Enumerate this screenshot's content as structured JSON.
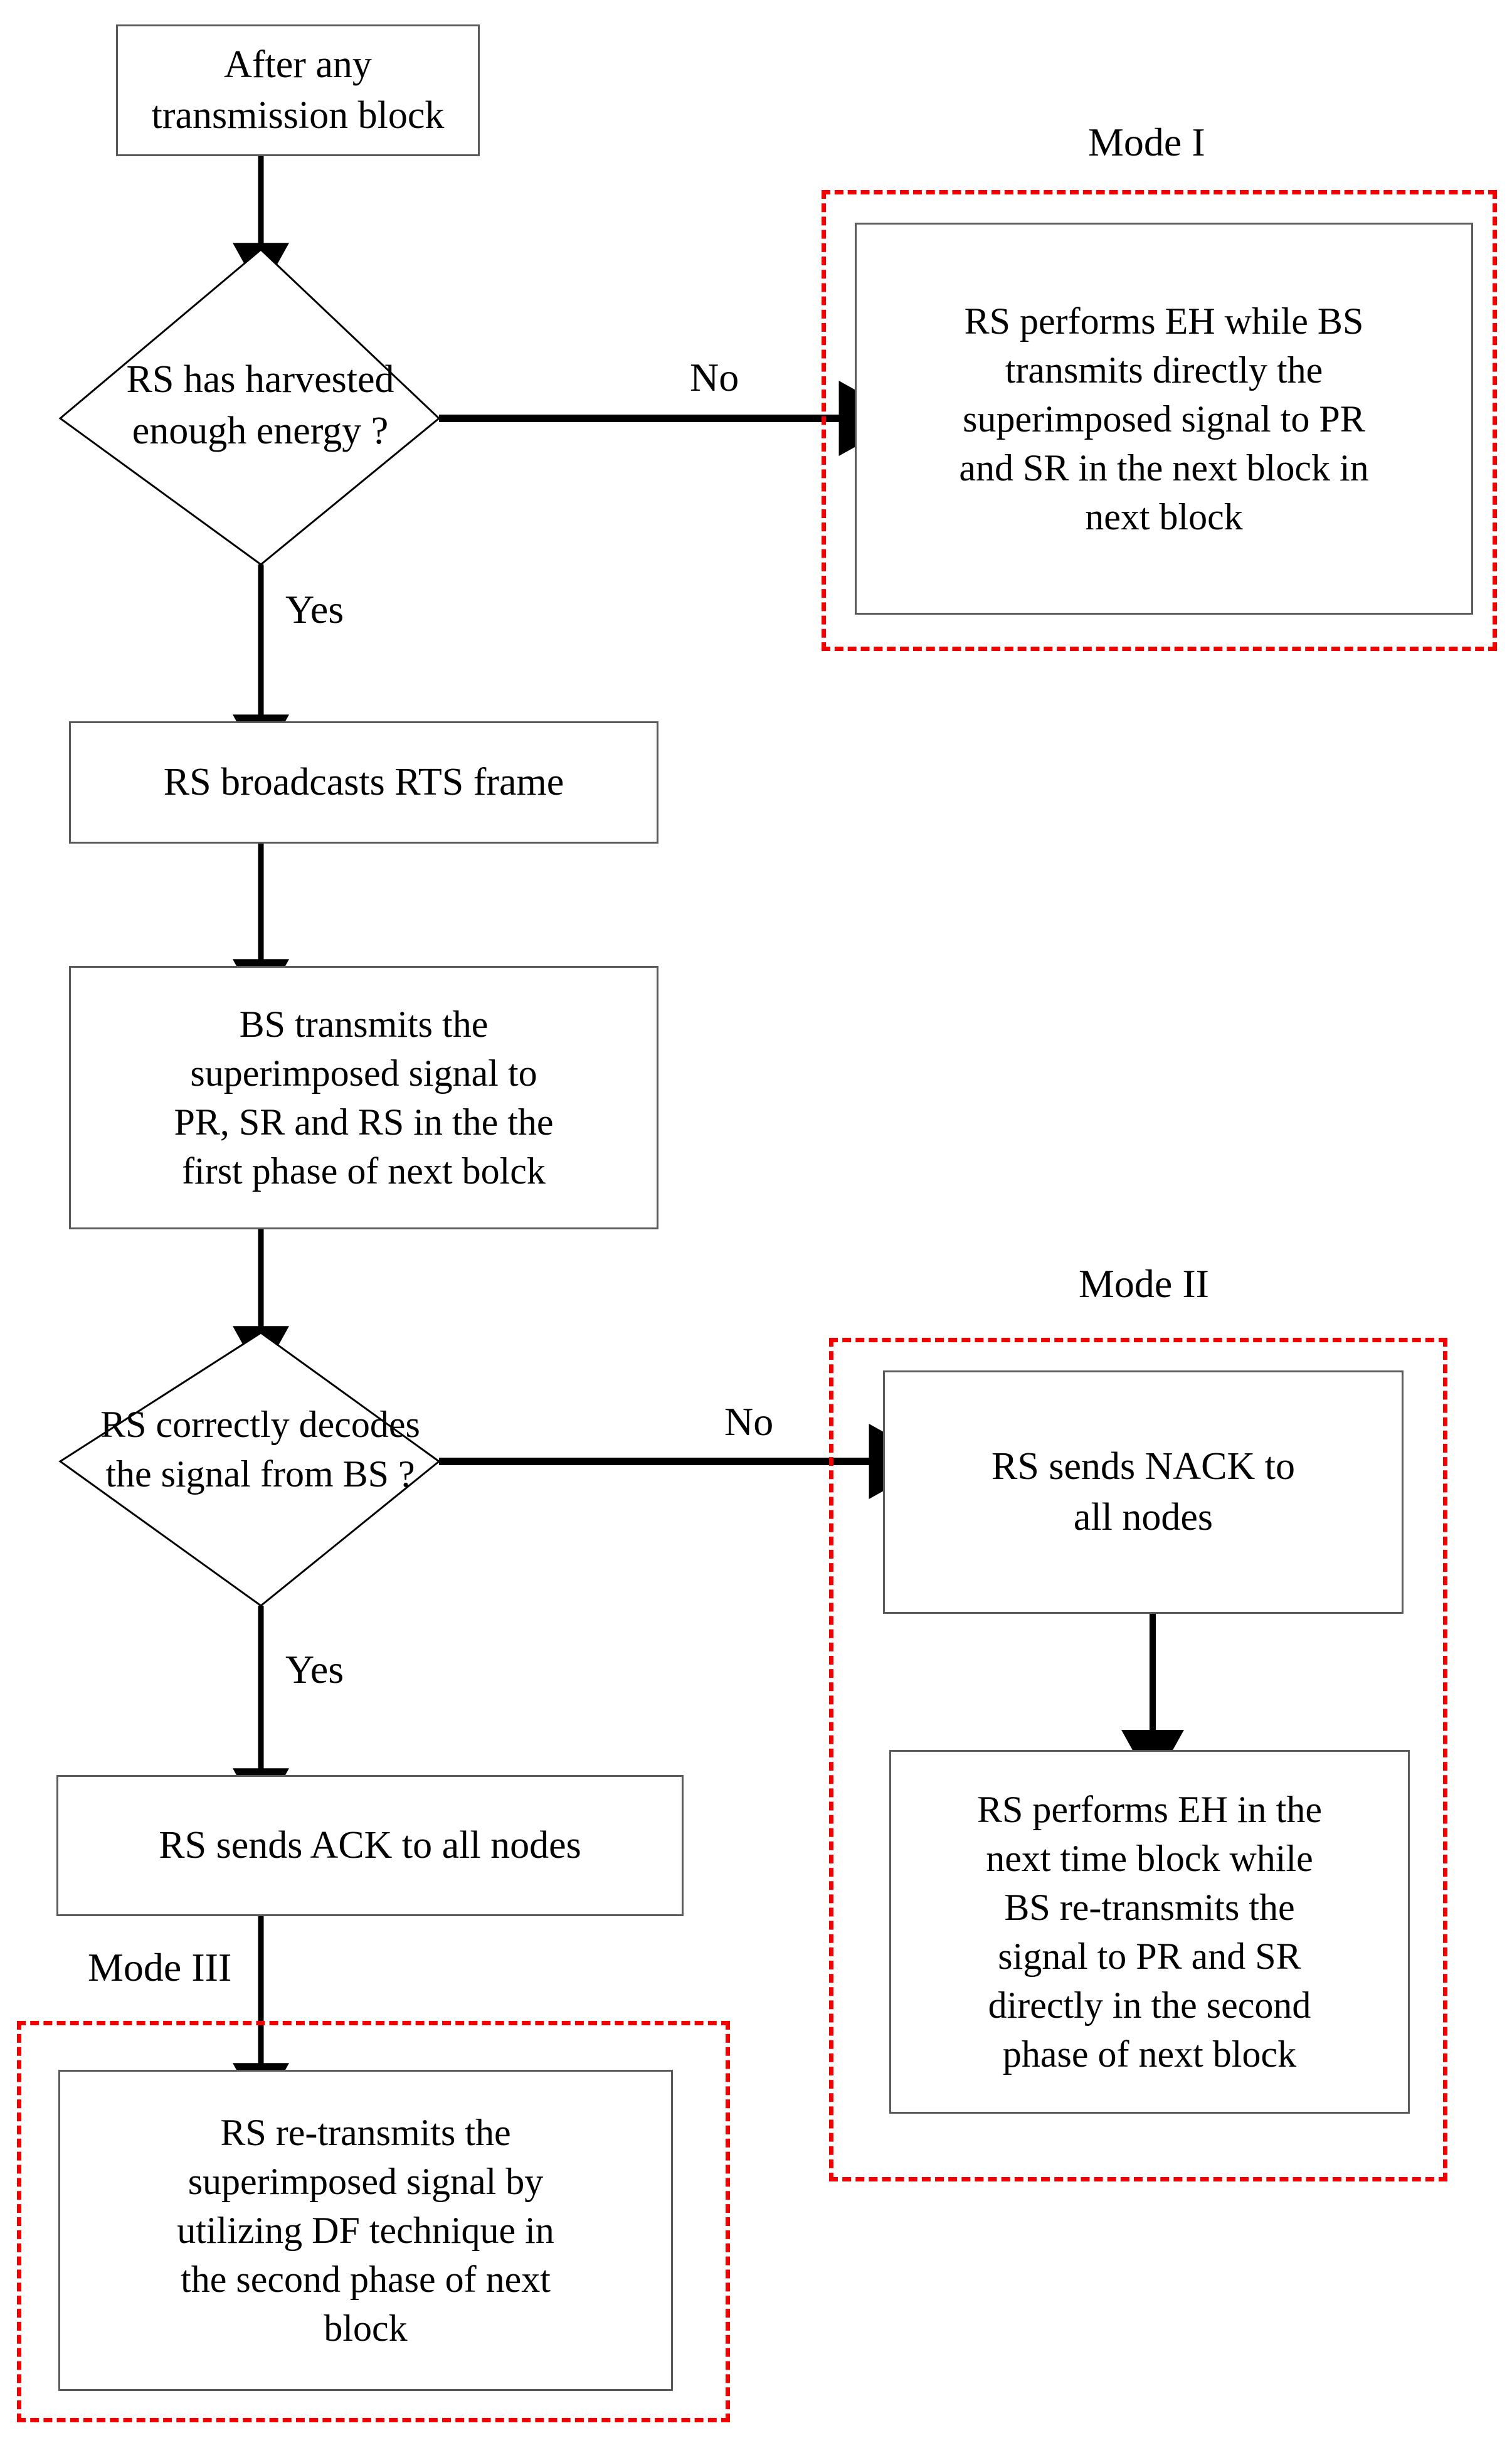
{
  "diagram": {
    "title_present": false,
    "colors": {
      "box_border": "#5a5a5a",
      "mode_border": "#f40000",
      "arrow": "#000000",
      "text": "#000000",
      "background": "#ffffff"
    },
    "nodes": {
      "start": {
        "id": "after-any-transmission-block",
        "shape": "process",
        "text": "After any\ntransmission block"
      },
      "decision_energy": {
        "id": "rs-has-harvested-enough-energy",
        "shape": "decision",
        "text": "RS has harvested\nenough energy ?"
      },
      "mode1_box": {
        "id": "rs-performs-eh-while-bs-transmits",
        "shape": "process",
        "text": "RS performs EH while BS\ntransmits directly the\nsuperimposed signal to PR\nand SR in the next block in\nnext block"
      },
      "rts": {
        "id": "rs-broadcasts-rts-frame",
        "shape": "process",
        "text": "RS broadcasts RTS frame"
      },
      "bs_transmit": {
        "id": "bs-transmits-superimposed-signal",
        "shape": "process",
        "text": "BS transmits the\nsuperimposed signal to\nPR, SR and RS in the  the\nfirst phase of next bolck"
      },
      "decision_decode": {
        "id": "rs-correctly-decodes-the-signal-from-bs",
        "shape": "decision",
        "text": "RS correctly decodes\nthe signal from BS ?"
      },
      "nack": {
        "id": "rs-sends-nack-to-all-nodes",
        "shape": "process",
        "text": "RS  sends NACK to\nall nodes"
      },
      "mode2_box": {
        "id": "rs-performs-eh-in-the-next-time-block",
        "shape": "process",
        "text": "RS performs EH in the\nnext time block while\nBS re-transmits the\nsignal to PR and SR\ndirectly in the second\nphase of next block"
      },
      "ack": {
        "id": "rs-sends-ack-to-all-nodes",
        "shape": "process",
        "text": "RS  sends ACK to all nodes"
      },
      "mode3_box": {
        "id": "rs-re-transmits-superimposed-signal-df",
        "shape": "process",
        "text": "RS  re-transmits the\nsuperimposed signal by\nutilizing DF technique in\nthe second phase of  next\nblock"
      }
    },
    "mode_labels": {
      "mode1": "Mode I",
      "mode2": "Mode II",
      "mode3": "Mode III"
    },
    "edge_labels": {
      "energy_no": "No",
      "energy_yes": "Yes",
      "decode_no": "No",
      "decode_yes": "Yes"
    }
  }
}
